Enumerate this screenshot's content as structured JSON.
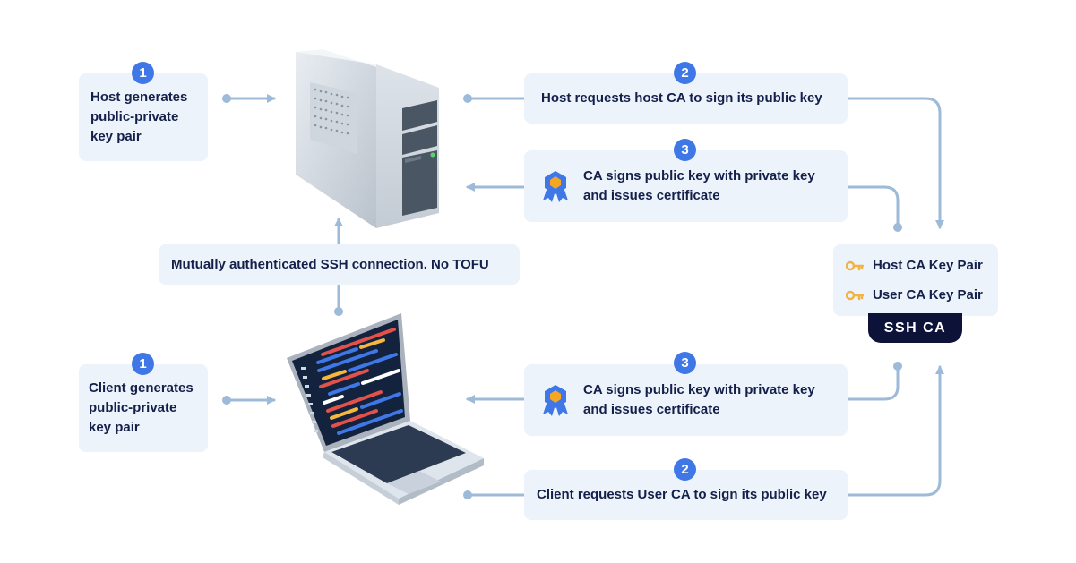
{
  "badges": {
    "one": "1",
    "two": "2",
    "three": "3"
  },
  "host": {
    "generates": "Host generates\npublic-private\nkey pair",
    "request": "Host requests host CA to sign its public key",
    "ca_signs": "CA signs public key with private key\nand issues certificate"
  },
  "connection": {
    "label": "Mutually authenticated SSH connection. No TOFU"
  },
  "client": {
    "generates": "Client generates\npublic-private\nkey pair",
    "request": "Client requests User CA to sign its public key",
    "ca_signs": "CA signs public key with private key\nand issues certificate"
  },
  "ssh_ca": {
    "title": "SSH CA",
    "host_key_pair": "Host CA Key Pair",
    "user_key_pair": "User CA Key Pair"
  },
  "icons": {
    "server": "server-tower-icon",
    "laptop": "laptop-icon",
    "certificate": "certificate-ribbon-icon",
    "key": "key-icon"
  },
  "colors": {
    "box_fill": "#edf3fb",
    "badge": "#3f78e6",
    "arrow": "#9dbad9",
    "ca_bar": "#0c1238",
    "key": "#f2b340",
    "ribbon_blue": "#3f78e6",
    "ribbon_orange": "#f5a623",
    "text": "#14204a"
  }
}
